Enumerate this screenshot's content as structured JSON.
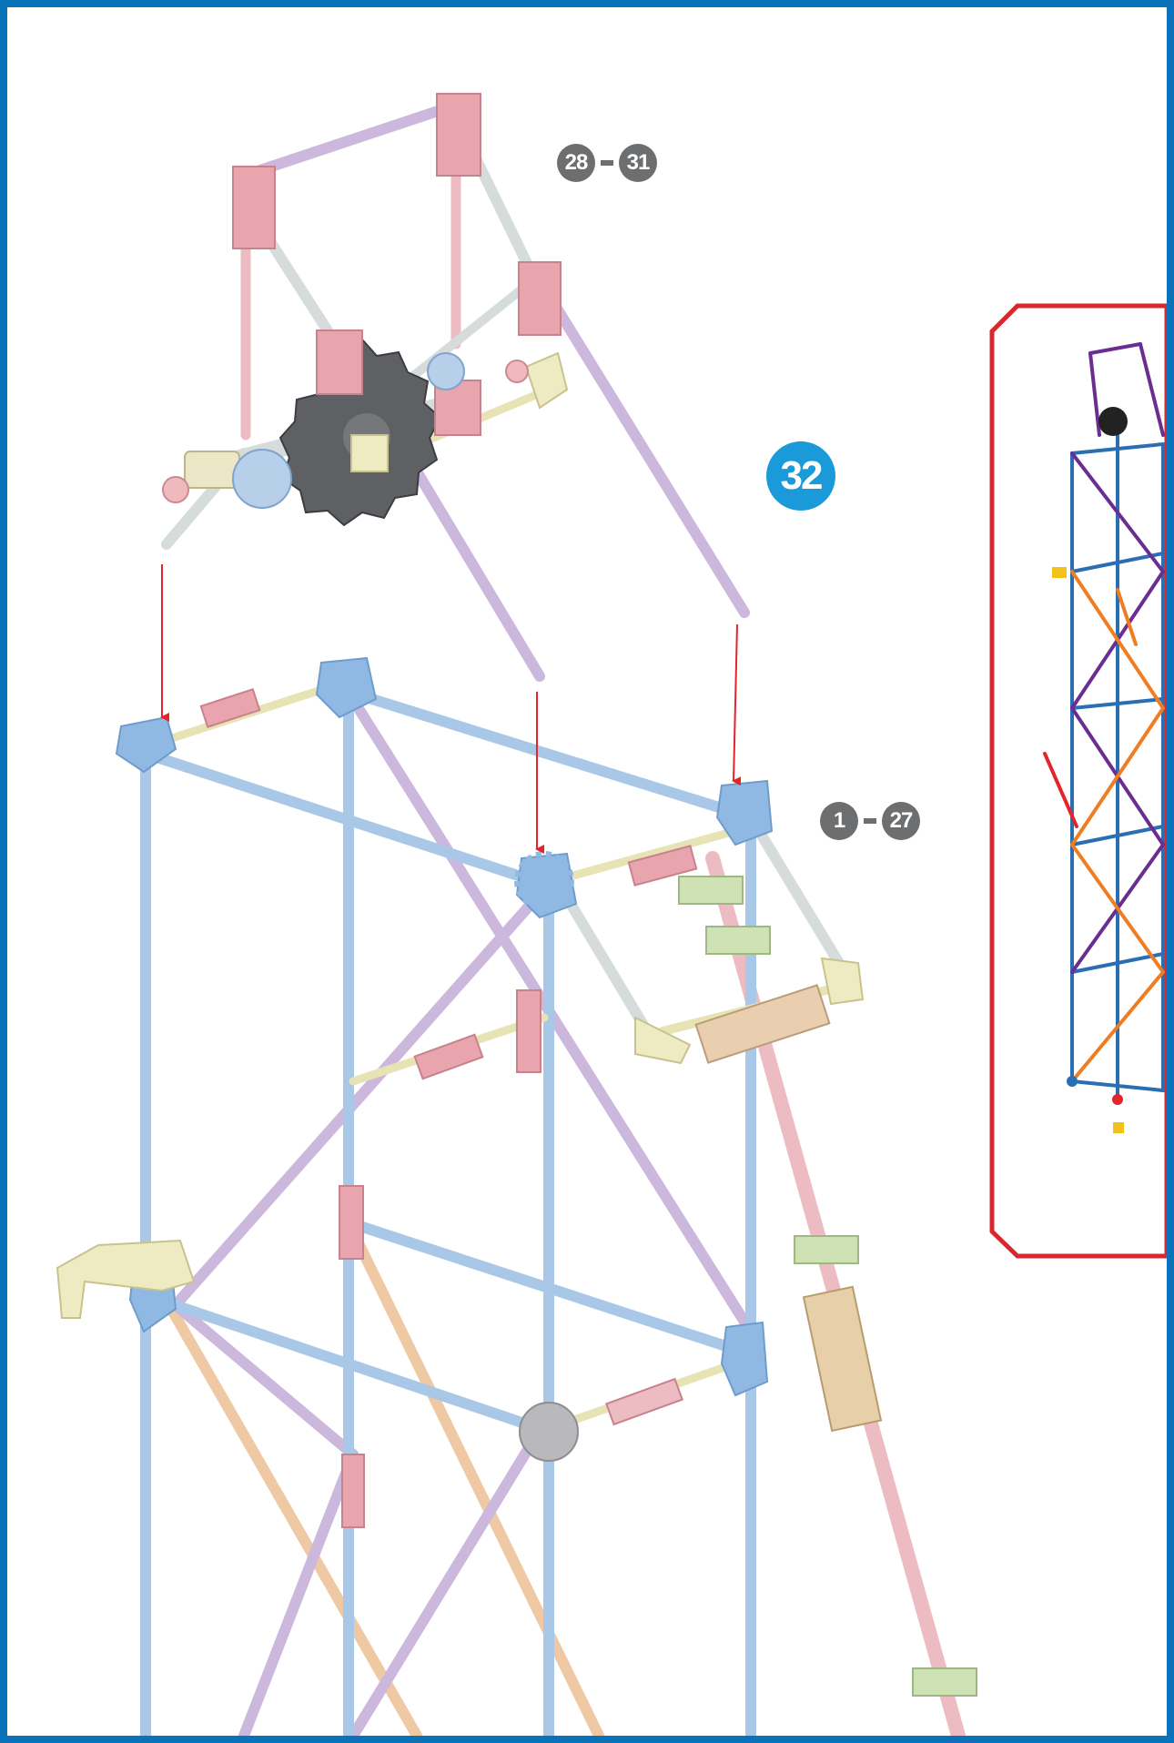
{
  "step": {
    "number": "32"
  },
  "sub_assembly": {
    "from": "28",
    "to": "31"
  },
  "main_assembly": {
    "from": "1",
    "to": "27"
  },
  "colors": {
    "frame_border": "#0a72b8",
    "step_badge": "#1a9ad9",
    "range_badge": "#6d6e70",
    "arrow": "#e3242b",
    "inset_border": "#d7282f",
    "rod_blue": "#a9c8e8",
    "rod_purple": "#cdb8dd",
    "rod_pink": "#ecbcc2",
    "rod_orange": "#efc9a4",
    "rod_gray": "#d6dcdc"
  },
  "icons": [
    "gear-icon",
    "arrow-down-icon",
    "connector-icon"
  ]
}
